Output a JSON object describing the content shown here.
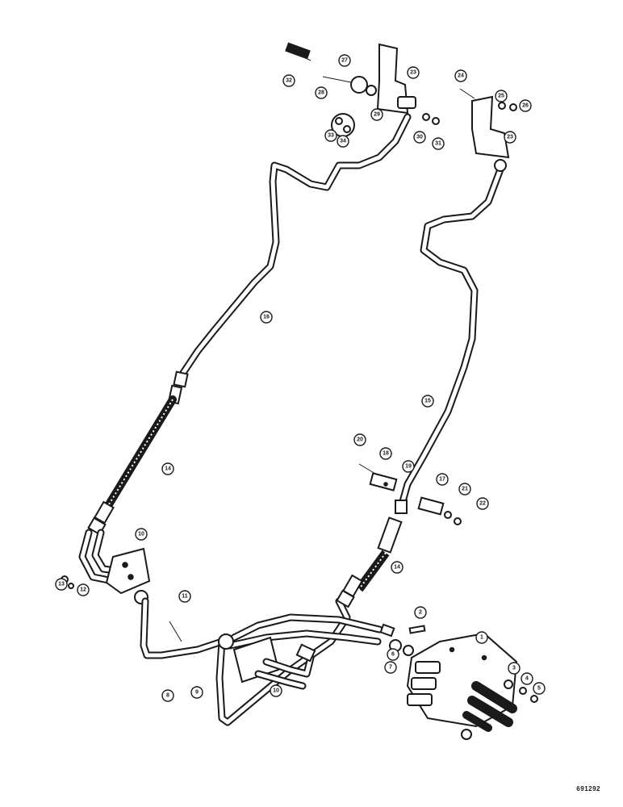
{
  "drawing": {
    "reference_number": "691292",
    "callouts": [
      {
        "label": "32"
      },
      {
        "label": "27"
      },
      {
        "label": "23"
      },
      {
        "label": "28"
      },
      {
        "label": "29"
      },
      {
        "label": "33"
      },
      {
        "label": "34"
      },
      {
        "label": "30"
      },
      {
        "label": "31"
      },
      {
        "label": "24"
      },
      {
        "label": "25"
      },
      {
        "label": "26"
      },
      {
        "label": "23"
      },
      {
        "label": "16"
      },
      {
        "label": "15"
      },
      {
        "label": "14"
      },
      {
        "label": "20"
      },
      {
        "label": "18"
      },
      {
        "label": "19"
      },
      {
        "label": "17"
      },
      {
        "label": "21"
      },
      {
        "label": "22"
      },
      {
        "label": "14"
      },
      {
        "label": "10"
      },
      {
        "label": "13"
      },
      {
        "label": "12"
      },
      {
        "label": "11"
      },
      {
        "label": "2"
      },
      {
        "label": "1"
      },
      {
        "label": "6"
      },
      {
        "label": "7"
      },
      {
        "label": "3"
      },
      {
        "label": "4"
      },
      {
        "label": "5"
      },
      {
        "label": "8"
      },
      {
        "label": "9"
      },
      {
        "label": "10"
      }
    ]
  }
}
